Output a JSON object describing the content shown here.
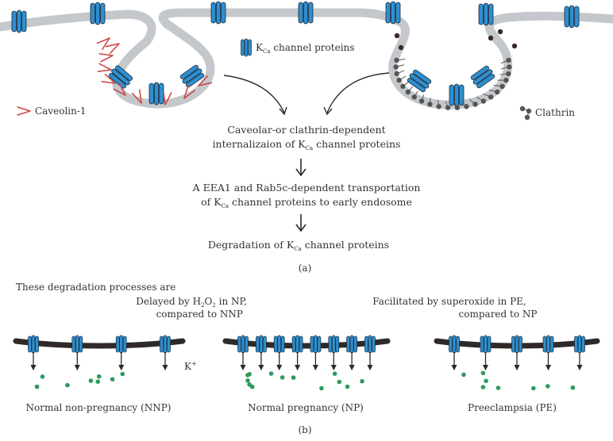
{
  "panel_a": {
    "channel_legend": {
      "label": "K",
      "sub": "Ca",
      "suffix": " channel proteins"
    },
    "caveolin_label": "Caveolin-1",
    "clathrin_label": "Clathrin",
    "steps": [
      {
        "l1": "Caveolar-or clathrin-dependent",
        "l2": "internalizaion of K",
        "l2_sub": "Ca",
        "l2_suffix": " channel proteins"
      },
      {
        "l1": "A EEA1 and Rab5c-dependent transportation",
        "l2": "of K",
        "l2_sub": "Ca",
        "l2_suffix": " channel proteins to early endosome"
      },
      {
        "l1": "Degradation of K",
        "l1_sub": "Ca",
        "l1_suffix": " channel proteins"
      }
    ],
    "caption": "(a)"
  },
  "panel_b": {
    "intro": "These degradation processes are",
    "np_note": {
      "l1_pre": "Delayed by H",
      "l1_sub1": "2",
      "l1_mid": "O",
      "l1_sub2": "2",
      "l1_post": " in NP,",
      "l2": "compared to NNP"
    },
    "pe_note": {
      "l1": "Facilitated by superoxide in PE,",
      "l2": "compared to NP"
    },
    "ion_label": "K",
    "ion_sup": "+",
    "conditions": [
      {
        "label": "Normal non-pregnancy (NNP)",
        "channel_count": 4
      },
      {
        "label": "Normal pregnancy (NP)",
        "channel_count": 8
      },
      {
        "label": "Preeclampsia (PE)",
        "channel_count": 5
      }
    ],
    "caption": "(b)"
  },
  "colors": {
    "membrane_gray": "#c4c8cc",
    "membrane_dark": "#2f2a28",
    "channel_blue": "#2e8fcf",
    "channel_outline": "#1c2a38",
    "caveolin_red": "#cc4a4a",
    "clathrin_gray": "#555555",
    "ion_green": "#2e9a5e"
  }
}
